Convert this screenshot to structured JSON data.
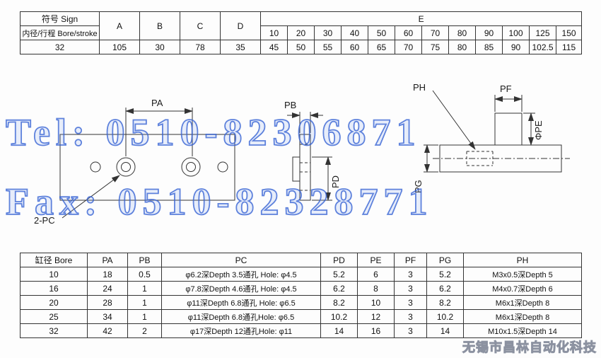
{
  "watermark": {
    "tel": "Tel: 0510-82306871",
    "fax": "Fax: 0510-82328771",
    "company": "无锡市昌林自动化科技",
    "color": "#3a66d4"
  },
  "top_table": {
    "sign_label": "符号 Sign",
    "bore_label": "内径/行程 Bore/stroke",
    "cols": [
      "A",
      "B",
      "C",
      "D"
    ],
    "e_label": "E",
    "e_cols": [
      "10",
      "20",
      "30",
      "40",
      "50",
      "60",
      "70",
      "80",
      "90",
      "100",
      "125",
      "150"
    ],
    "row": [
      "32",
      "105",
      "30",
      "78",
      "35",
      "45",
      "50",
      "55",
      "60",
      "65",
      "70",
      "75",
      "80",
      "85",
      "90",
      "102.5",
      "115"
    ]
  },
  "drawing": {
    "pa": "PA",
    "pb": "PB",
    "pd": "PD",
    "ph": "PH",
    "pf": "PF",
    "pe": "ΦPE",
    "pg": "PG",
    "pc": "2-PC"
  },
  "bottom_table": {
    "headers": [
      "缸径 Bore",
      "PA",
      "PB",
      "PC",
      "PD",
      "PE",
      "PF",
      "PG",
      "PH"
    ],
    "rows": [
      [
        "10",
        "18",
        "0.5",
        "φ6.2深Depth 3.5通孔 Hole: φ4.5",
        "5.2",
        "6",
        "3",
        "5.2",
        "M3x0.5深Depth 5"
      ],
      [
        "16",
        "24",
        "1",
        "φ7.8深Depth 4.6通孔 Hole: φ4.5",
        "6.2",
        "8",
        "3",
        "6.2",
        "M4x0.7深Depth 6"
      ],
      [
        "20",
        "28",
        "1",
        "φ11深Depth 6.8通孔 Hole: φ6.5",
        "8.2",
        "10",
        "3",
        "8.2",
        "M6x1深Depth 8"
      ],
      [
        "25",
        "34",
        "1",
        "φ11深Depth 6.8通孔Hole: φ6.5",
        "10.2",
        "12",
        "3",
        "10.2",
        "M6x1深Depth 8"
      ],
      [
        "32",
        "42",
        "2",
        "φ17深Depth 12通孔Hole: φ11",
        "14",
        "16",
        "3",
        "14",
        "M10x1.5深Depth 14"
      ]
    ]
  }
}
